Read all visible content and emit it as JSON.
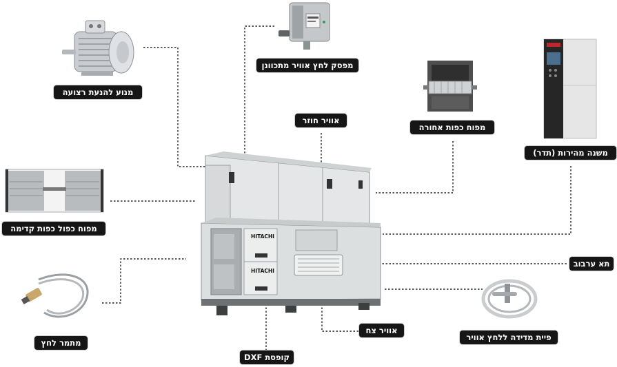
{
  "labels": {
    "motor": "מנוע להנעת רצועה",
    "pressure_switch": "מפסק לחץ אוויר מתכוונן",
    "return_air": "אוויר חוזר",
    "backward_fan": "מפוח כפות אחורה",
    "vfd": "משנה מהירות (תדר)",
    "double_fan": "מפוח כפול כפות קדימה",
    "mixing_box": "תא ערבוב",
    "transducer": "מתמר לחץ",
    "supply_air": "אוויר צח",
    "dxf_box": "קופסת DXF",
    "pitot": "פיית מדידה ללחץ אוויר"
  },
  "unit_brand": "HITACHI",
  "colors": {
    "label_bg": "#161616",
    "label_text": "#ffffff",
    "leader": "#222222"
  }
}
